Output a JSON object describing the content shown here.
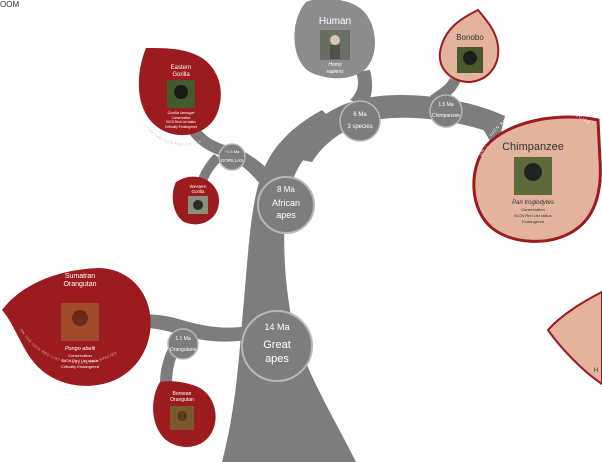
{
  "header": {
    "zoom_label": "OOM"
  },
  "colors": {
    "branch": "#7d7d7d",
    "leaf_red": "#9b1b1e",
    "leaf_pink": "#e3b39d",
    "leaf_grey": "#8c8c8c",
    "node_ring": "#b7b7b7"
  },
  "nodes": {
    "great_apes": {
      "age": "14 Ma",
      "name_1": "Great",
      "name_2": "apes"
    },
    "african_apes": {
      "age": "8 Ma",
      "name_1": "African",
      "name_2": "apes"
    },
    "homo_pan": {
      "age": "6 Ma",
      "name": "3 species"
    },
    "chimpanzee_node": {
      "age": "1.5 Ma",
      "name": "Chimpanzee"
    },
    "gorilla_node": {
      "age": "~1.5 Ma",
      "name": "GORILLAS"
    },
    "orangutan_node": {
      "age": "1.1 Ma",
      "name": "Orangutans"
    }
  },
  "leaves": {
    "human": {
      "name": "Human",
      "latin_1": "Homo",
      "latin_2": "sapiens"
    },
    "bonobo": {
      "name": "Bonobo"
    },
    "chimpanzee": {
      "name": "Chimpanzee",
      "latin": "Pan troglodytes",
      "status_label_1": "Conservation",
      "status_label_2": "IUCN Red List status",
      "status": "Endangered",
      "arc_text": "ON THE IUCN RED LIST OF THREATENED SPECIES"
    },
    "eastern_gorilla": {
      "name_1": "Eastern",
      "name_2": "Gorilla",
      "latin": "Gorilla beringei",
      "status_label_1": "Conservation",
      "status_label_2": "IUCN Red List status",
      "status": "Critically Endangered"
    },
    "western_gorilla": {
      "name_1": "Western",
      "name_2": "Gorilla"
    },
    "sumatran_orangutan": {
      "name_1": "Sumatran",
      "name_2": "Orangutan",
      "latin": "Pongo abelii",
      "status_label_1": "Conservation",
      "status_label_2": "IUCN Red List status",
      "status": "Critically Endangered"
    },
    "bornean_orangutan": {
      "name_1": "Bornean",
      "name_2": "Orangutan"
    },
    "partial_right": {
      "letter": "H"
    }
  }
}
